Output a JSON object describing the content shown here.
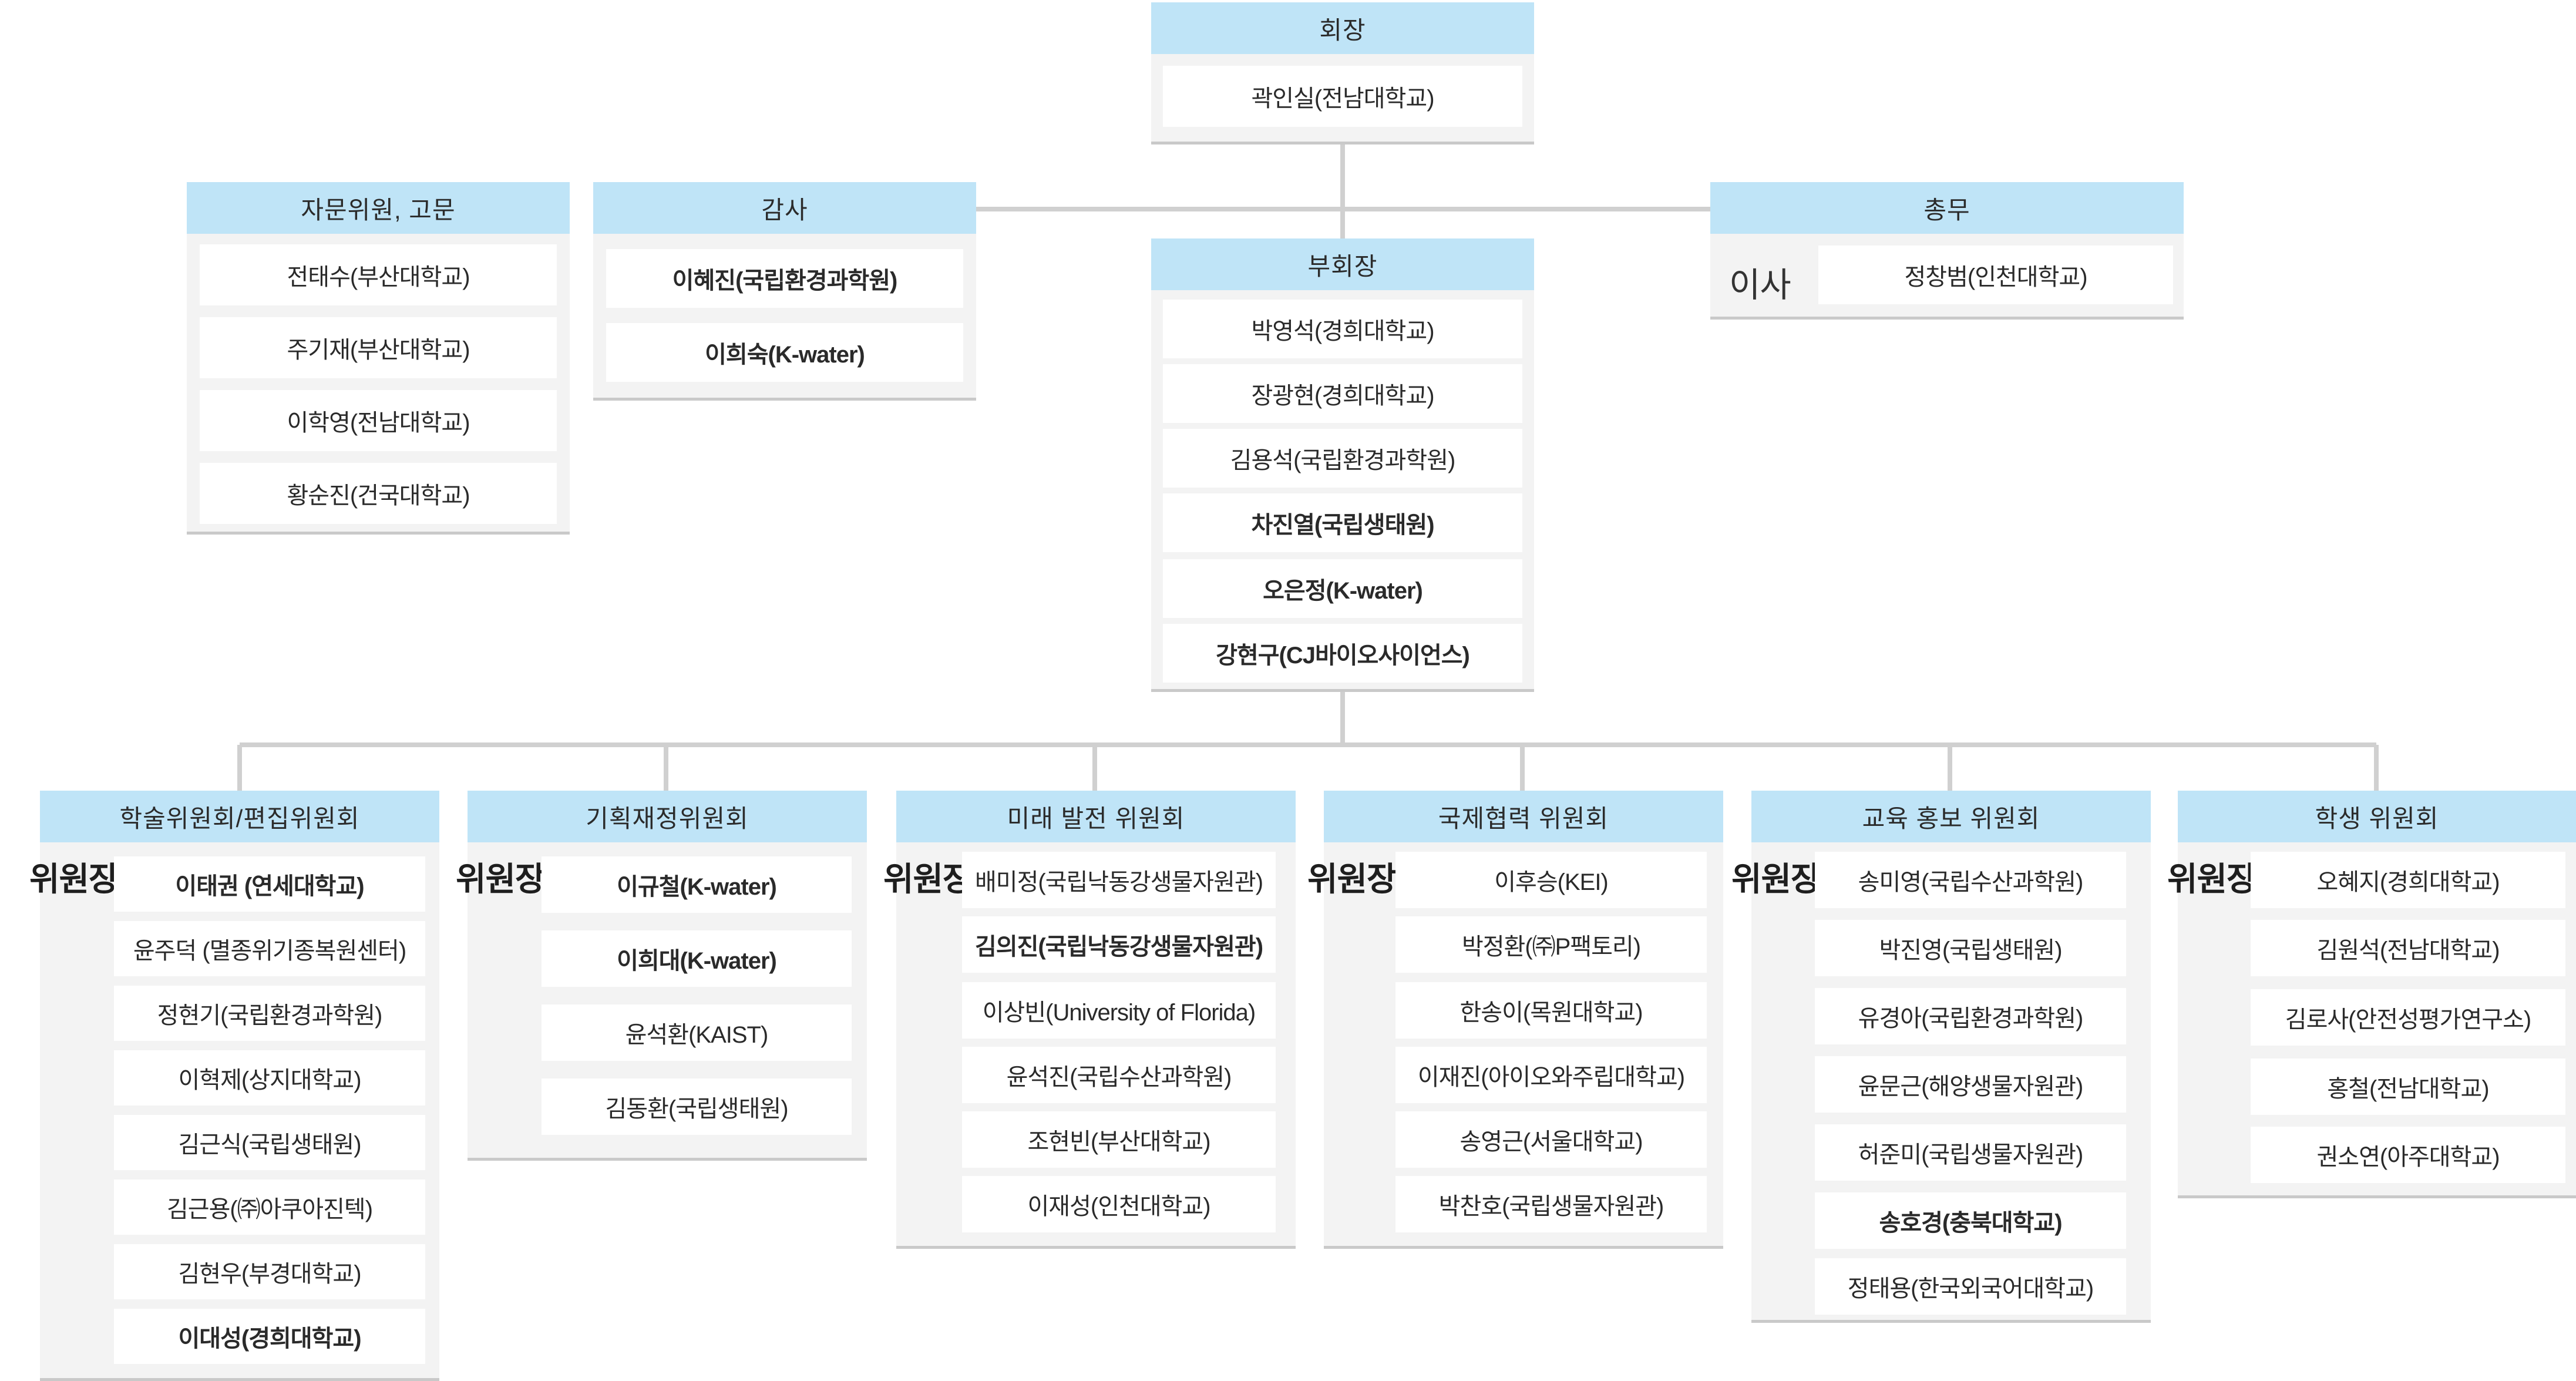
{
  "colors": {
    "header_bg": "#bfe4f7",
    "panel_bg": "#f3f3f3",
    "line": "#d0d0d0"
  },
  "president": {
    "title": "회장",
    "members": [
      "곽인실(전남대학교)"
    ]
  },
  "advisors": {
    "title": "자문위원, 고문",
    "members": [
      "전태수(부산대학교)",
      "주기재(부산대학교)",
      "이학영(전남대학교)",
      "황순진(건국대학교)"
    ]
  },
  "auditor": {
    "title": "감사",
    "members": [
      "이혜진(국립환경과학원)",
      "이희숙(K-water)"
    ]
  },
  "vice_president": {
    "title": "부회장",
    "members": [
      "박영석(경희대학교)",
      "장광현(경희대학교)",
      "김용석(국립환경과학원)",
      "차진열(국립생태원)",
      "오은정(K-water)",
      "강현구(CJ바이오사이언스)"
    ]
  },
  "general_affairs": {
    "title": "총무",
    "role": "이사",
    "members": [
      "정창범(인천대학교)"
    ]
  },
  "committees": [
    {
      "title": "학술위원회/편집위원회",
      "role": "위원장",
      "members": [
        "이태권 (연세대학교)",
        "윤주덕 (멸종위기종복원센터)",
        "정현기(국립환경과학원)",
        "이혁제(상지대학교)",
        "김근식(국립생태원)",
        "김근용(㈜아쿠아진텍)",
        "김현우(부경대학교)",
        "이대성(경희대학교)"
      ]
    },
    {
      "title": "기획재정위원회",
      "role": "위원장",
      "members": [
        "이규철(K-water)",
        "이희대(K-water)",
        "윤석환(KAIST)",
        "김동환(국립생태원)"
      ]
    },
    {
      "title": "미래 발전 위원회",
      "role": "위원장",
      "members": [
        "배미정(국립낙동강생물자원관)",
        "김의진(국립낙동강생물자원관)",
        "이상빈(University of Florida)",
        "윤석진(국립수산과학원)",
        "조현빈(부산대학교)",
        "이재성(인천대학교)"
      ]
    },
    {
      "title": "국제협력 위원회",
      "role": "위원장",
      "members": [
        "이후승(KEI)",
        "박정환(㈜P팩토리)",
        "한송이(목원대학교)",
        "이재진(아이오와주립대학교)",
        "송영근(서울대학교)",
        "박찬호(국립생물자원관)"
      ]
    },
    {
      "title": "교육 홍보 위원회",
      "role": "위원장",
      "members": [
        "송미영(국립수산과학원)",
        "박진영(국립생태원)",
        "유경아(국립환경과학원)",
        "윤문근(해양생물자원관)",
        "허준미(국립생물자원관)",
        "송호경(충북대학교)",
        "정태용(한국외국어대학교)"
      ]
    },
    {
      "title": "학생 위원회",
      "role": "위원장",
      "members": [
        "오혜지(경희대학교)",
        "김원석(전남대학교)",
        "김로사(안전성평가연구소)",
        "홍철(전남대학교)",
        "권소연(아주대학교)"
      ]
    }
  ]
}
